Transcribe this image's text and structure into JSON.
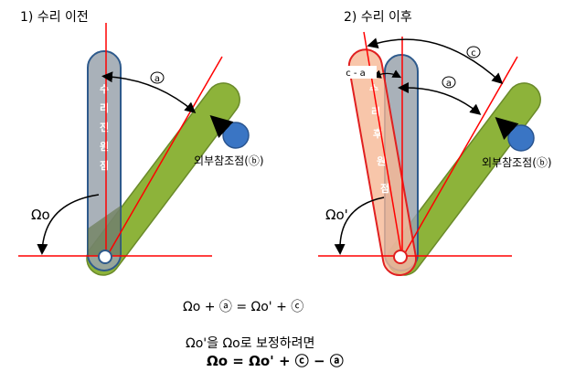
{
  "panels": {
    "before": {
      "title": "1)  수리 이전",
      "arm_label": [
        "수",
        "리",
        "전",
        "원",
        "점"
      ],
      "external_point": "외부참조점(ⓑ)",
      "angle_label": "Ωo",
      "marker_a": "a"
    },
    "after": {
      "title": "2)  수리 이후",
      "arm_label": [
        "수",
        "리",
        "후",
        "원",
        "점"
      ],
      "external_point": "외부참조점(ⓑ)",
      "angle_label": "Ωo'",
      "marker_a": "a",
      "marker_c": "c",
      "marker_c_minus_a": "c - a"
    }
  },
  "formulas": {
    "line1": "Ωo + ⓐ = Ωo' + ⓒ",
    "line2": "Ωo'을 Ωo로 보정하려면",
    "line3": "Ωo = Ωo' + ⓒ − ⓐ"
  },
  "colors": {
    "red_line": "#ff0000",
    "gray_arm": "#9aa3ad",
    "gray_arm_border": "#2e5a8c",
    "green_arm": "#8db33a",
    "green_border": "#6a8a2a",
    "orange_arm": "#f6b895",
    "orange_border": "#e02020",
    "blue_point": "#3a75c4"
  }
}
